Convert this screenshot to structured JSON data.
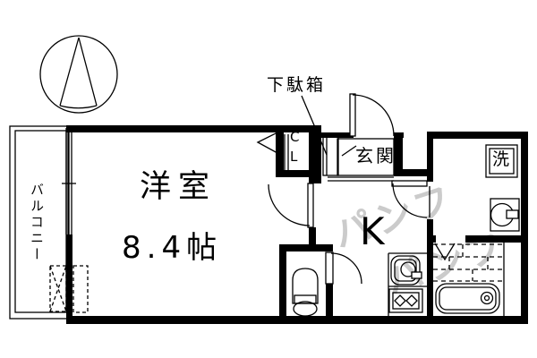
{
  "plan": {
    "background": "#ffffff",
    "line_color": "#000000",
    "labels": {
      "shoe_box": "下駄箱",
      "entrance": "玄関",
      "closet_line1": "C",
      "closet_line2": "L",
      "main_room": "洋室",
      "main_room_size": "8.4帖",
      "kitchen": "K",
      "laundry": "洗",
      "balcony": "バルコニー"
    },
    "watermark": {
      "line1": "パンフ",
      "line2": "パンフ",
      "color": "#cbcbcb"
    },
    "fixtures": [
      "compass-north-arrow",
      "sliding-window",
      "closet-bifold-door",
      "entrance-door",
      "washroom-door",
      "room-door",
      "toilet-door",
      "toilet",
      "kitchen-sink",
      "gas-stove",
      "washer-pan",
      "vanity-basin",
      "bath-folding-door",
      "bathtub",
      "ac-unit-outdoor",
      "ac-unit-indoor"
    ]
  }
}
